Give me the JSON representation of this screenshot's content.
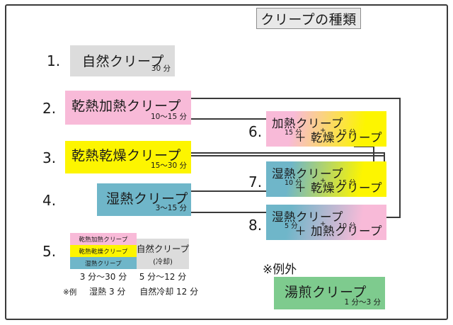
{
  "title": "クリープの種類",
  "items": [
    {
      "num": "1.",
      "name": "自然クリープ",
      "duration": "30 分"
    },
    {
      "num": "2.",
      "name": "乾熱加熱クリープ",
      "duration": "10〜15 分"
    },
    {
      "num": "3.",
      "name": "乾熱乾燥クリープ",
      "duration": "15〜30 分"
    },
    {
      "num": "4.",
      "name": "湿熱クリープ",
      "duration": "3〜15 分"
    }
  ],
  "item5": {
    "num": "5.",
    "stack": [
      {
        "name": "乾熱加熱クリープ",
        "color": "#f8bad8"
      },
      {
        "name": "乾熱乾燥クリープ",
        "color": "#fdf500"
      },
      {
        "name": "湿熱クリープ",
        "color": "#6fb6c9"
      }
    ],
    "gray_line1": "自然クリープ",
    "gray_line2": "(冷却)",
    "duration_left": "3 分〜30 分",
    "duration_right": "5 分〜12 分",
    "note_label": "※例",
    "note_item1": "湿熱 3 分",
    "note_item2": "自然冷却 12 分"
  },
  "combos": [
    {
      "num": "6.",
      "line1": "加熱クリープ",
      "line2": "＋ 乾燥クリープ",
      "dur1": "15 分",
      "plus": "+",
      "dur2": "15 分"
    },
    {
      "num": "7.",
      "line1": "湿熱クリープ",
      "line2": "＋ 乾燥クリープ",
      "dur1": "10 分",
      "plus": "+",
      "dur2": "15 分"
    },
    {
      "num": "8.",
      "line1": "湿熱クリープ",
      "line2": "＋ 加熱クリープ",
      "dur1": "5 分",
      "plus": "+",
      "dur2": "10 分"
    }
  ],
  "exception": {
    "label": "※例外",
    "name": "湯煎クリープ",
    "duration": "1 分〜3 分"
  },
  "colors": {
    "pink": "#f8bad8",
    "yellow": "#fdf500",
    "blue": "#6fb6c9",
    "gray": "#dcdcdc",
    "green": "#7ecb8e",
    "line": "#3a3a3a"
  }
}
